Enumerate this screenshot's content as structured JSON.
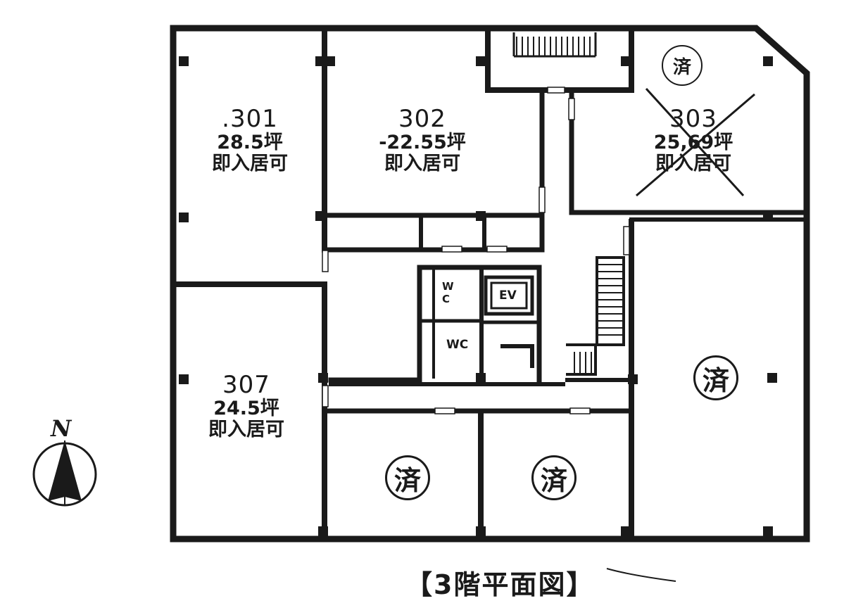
{
  "floor_title": "【3階平面図】",
  "compass": {
    "letter": "N",
    "icon": "north-arrow-icon"
  },
  "units": [
    {
      "id": "301",
      "number": ".301",
      "area": "28.5坪",
      "status": "即入居可"
    },
    {
      "id": "302",
      "number": "302",
      "area": "-22.55坪",
      "status": "即入居可"
    },
    {
      "id": "303",
      "number": "303",
      "area": "25,69坪",
      "status": "即入居可",
      "crossed_out": true,
      "stamp": "済"
    },
    {
      "id": "307",
      "number": "307",
      "area": "24.5坪",
      "status": "即入居可"
    }
  ],
  "stamps": {
    "room_303": "済",
    "east_room": "済",
    "south_room_left": "済",
    "south_room_right": "済"
  },
  "facilities": {
    "wc_upper": "W C",
    "wc_lower": "WC",
    "elevator": "EV"
  },
  "colors": {
    "ink": "#1a1a1a",
    "paper": "#ffffff"
  }
}
